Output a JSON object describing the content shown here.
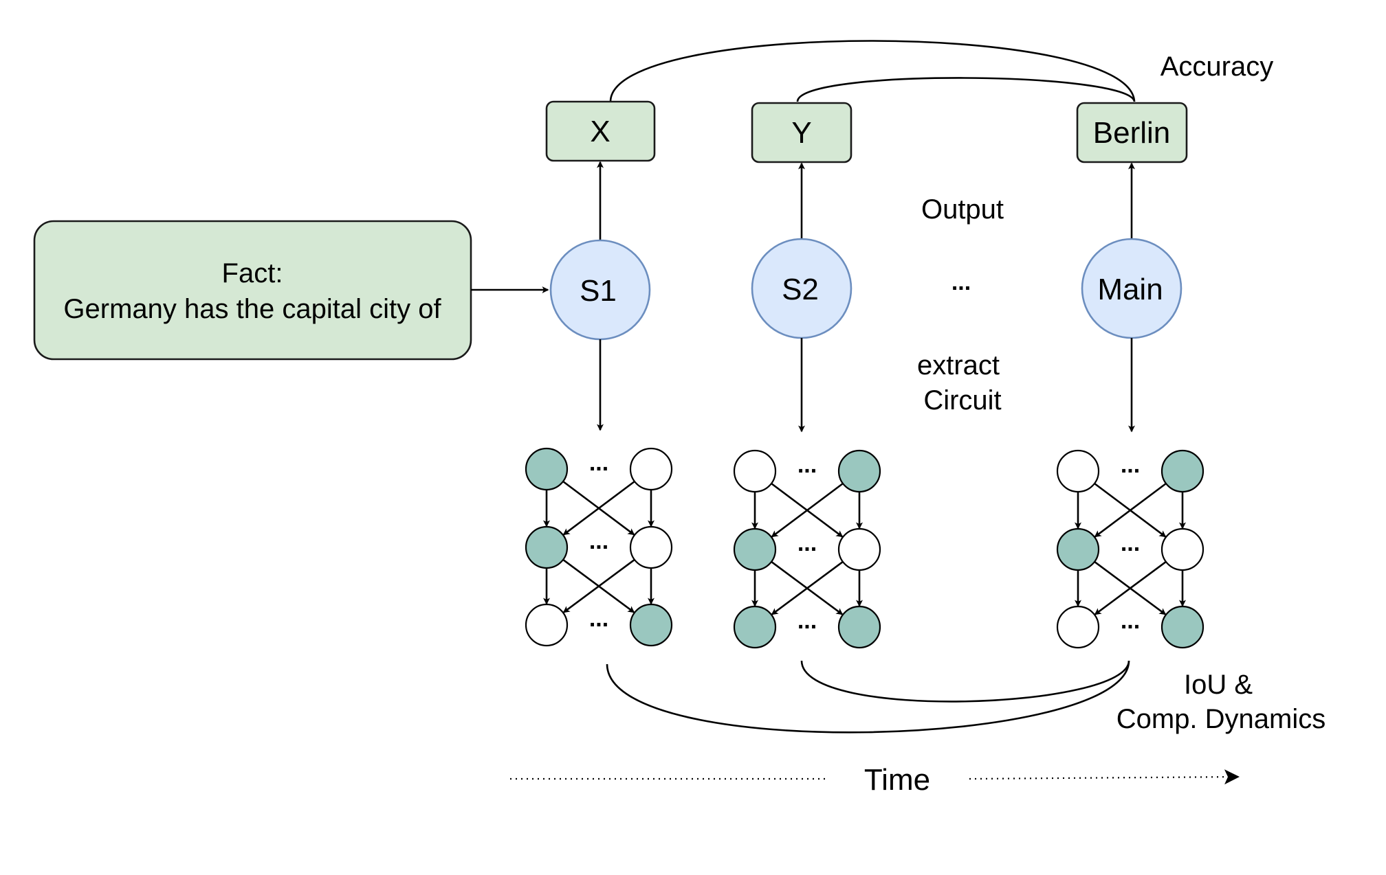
{
  "fact": {
    "line1": "Fact:",
    "line2": "Germany has the capital city of"
  },
  "models": [
    {
      "label": "S1",
      "output": "X",
      "nodes": [
        "on",
        "off",
        "on",
        "off",
        "off",
        "on"
      ]
    },
    {
      "label": "S2",
      "output": "Y",
      "nodes": [
        "off",
        "on",
        "on",
        "off",
        "on",
        "on"
      ]
    },
    {
      "label": "Main",
      "output": "Berlin",
      "nodes": [
        "off",
        "on",
        "on",
        "off",
        "off",
        "on"
      ]
    }
  ],
  "ellipsis": "...",
  "labels": {
    "accuracy": "Accuracy",
    "output": "Output",
    "extract_line1": "extract",
    "extract_line2": "Circuit",
    "iou_line1": "IoU &",
    "iou_line2": "Comp. Dynamics",
    "time": "Time"
  },
  "colors": {
    "box_fill": "#d5e8d4",
    "model_fill": "#dae8fc",
    "model_stroke": "#6c8ebf",
    "active_node": "#9ac7bf"
  }
}
